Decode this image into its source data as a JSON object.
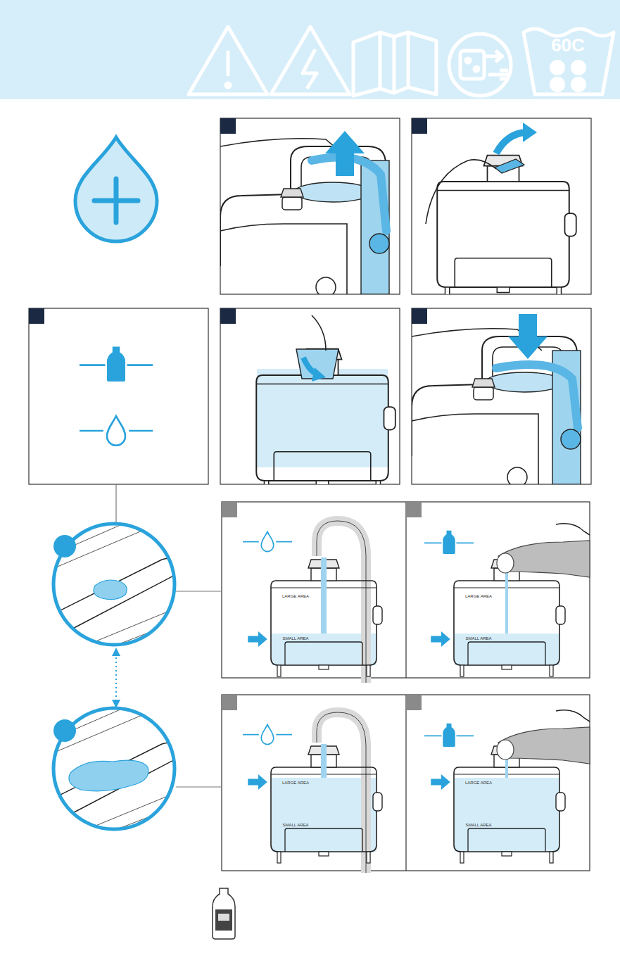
{
  "diagram": {
    "labels": [
      "60C",
      "LARGE AREA",
      "SMALL AREA",
      "LARGE AREA",
      "SMALL AREA",
      "LARGE AREA",
      "SMALL AREA",
      "LARGE AREA",
      "SMALL AREA"
    ]
  }
}
